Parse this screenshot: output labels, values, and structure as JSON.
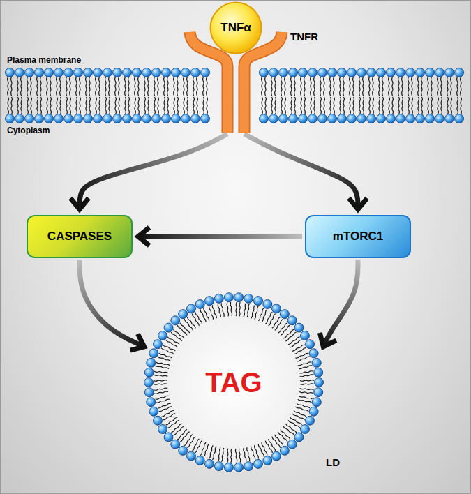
{
  "diagram": {
    "nodes": [
      {
        "text": [
          "TNFα"
        ]
      },
      {
        "text": [
          "TNFR"
        ]
      },
      {
        "text": [
          "CASPASES"
        ]
      },
      {
        "text": [
          "mTORC1"
        ]
      },
      {
        "text": [
          "TAG",
          "LD"
        ]
      }
    ],
    "edges": [
      {
        "from": 1,
        "to": 2,
        "arrow": "to"
      },
      {
        "from": 1,
        "to": 3,
        "arrow": "to"
      },
      {
        "from": 3,
        "to": 2,
        "arrow": "to"
      },
      {
        "from": 2,
        "to": 4,
        "arrow": "to"
      },
      {
        "from": 3,
        "to": 4,
        "arrow": "to"
      }
    ],
    "labels": [
      "Plasma membrane",
      "Cytoplasm"
    ]
  }
}
